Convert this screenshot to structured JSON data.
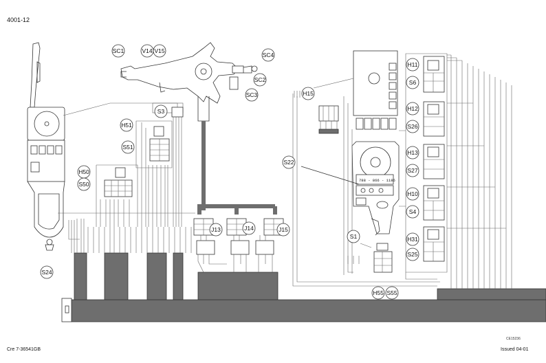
{
  "page": {
    "ref_top": "4001-12",
    "ref_bottom_left": "Cre 7-36541GB",
    "ref_bottom_right": "Issued 04-01",
    "figure_ref": "CE15236"
  },
  "callouts": [
    "SC1",
    "V14",
    "V15",
    "SC4",
    "SC2",
    "SC3",
    "S3",
    "H51",
    "S51",
    "H50",
    "S50",
    "S24",
    "J13",
    "J14",
    "J15",
    "H15",
    "S22",
    "S1",
    "H55",
    "S55",
    "H11",
    "S6",
    "H12",
    "S26",
    "H13",
    "S27",
    "H10",
    "S4",
    "H31",
    "S25"
  ],
  "display_text": "788 - 866 - 1186",
  "colors": {
    "line": "#333333",
    "harness": "#6e6e6e",
    "background": "#ffffff"
  }
}
